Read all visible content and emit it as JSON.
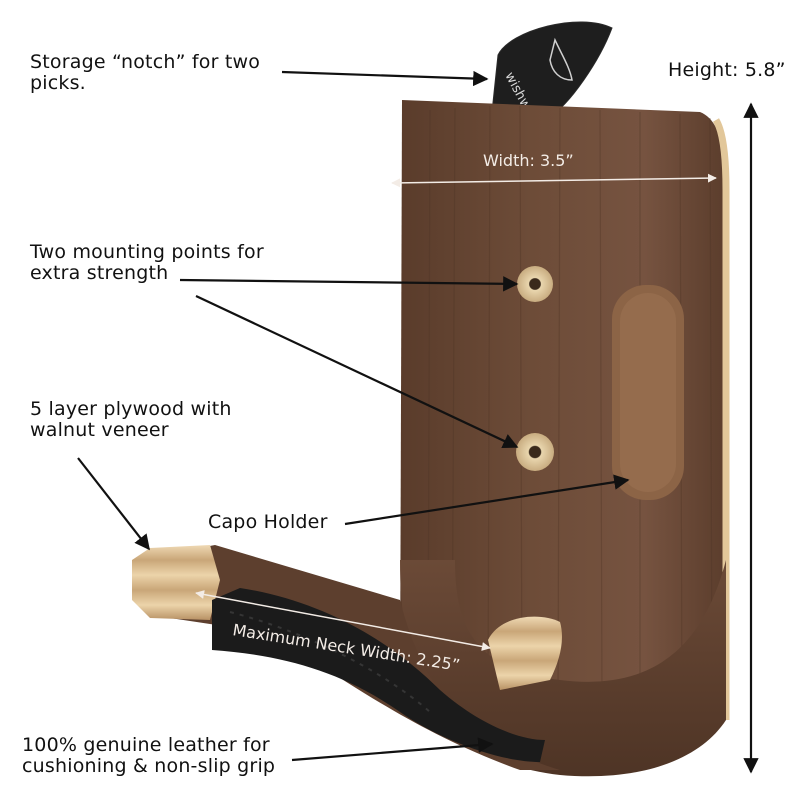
{
  "labels": {
    "storage": [
      "Storage “notch” for two",
      "picks."
    ],
    "mounting": [
      "Two mounting points for",
      "extra strength"
    ],
    "plywood": [
      "5 layer plywood with",
      "walnut veneer"
    ],
    "capo": "Capo Holder",
    "leather": [
      "100% genuine leather for",
      "cushioning & non-slip grip"
    ],
    "height": "Height: 5.8”",
    "width": "Width: 3.5”",
    "neck": "Maximum Neck Width: 2.25”"
  },
  "brand": "wishw",
  "colors": {
    "walnut": "#6b4a36",
    "walnut_dark": "#4a3122",
    "plywood_edge": "#e8cfa4",
    "leather": "#1b1b1b",
    "arrow": "#111111"
  }
}
